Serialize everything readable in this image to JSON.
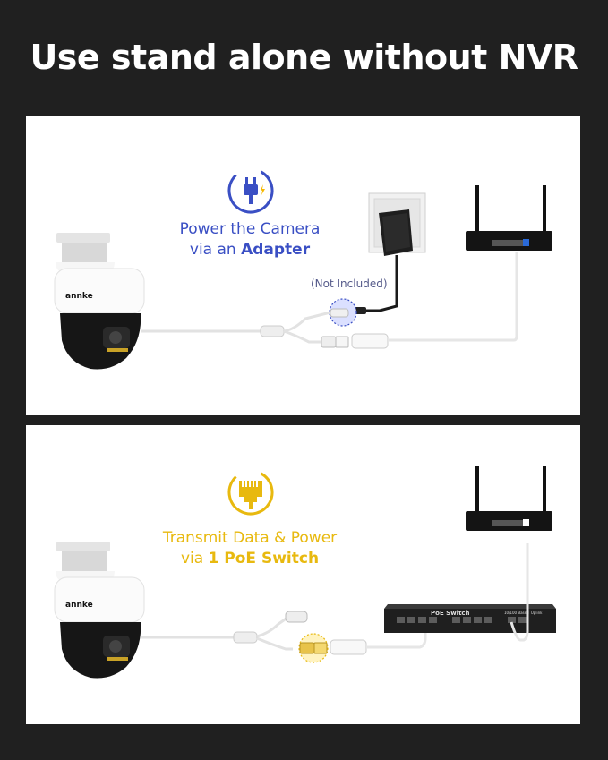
{
  "header": {
    "title": "Use stand alone without NVR"
  },
  "panel_adapter": {
    "caption_line1": "Power the Camera",
    "caption_prefix": "via an ",
    "caption_bold": "Adapter",
    "note": "(Not Included)",
    "camera_brand": "annke"
  },
  "panel_poe": {
    "caption_line1": "Transmit Data & Power",
    "caption_prefix": "via ",
    "caption_bold": "1 PoE Switch",
    "switch_label": "PoE Switch",
    "switch_port_label": "10/100 Base-T Uplink",
    "camera_brand": "annke"
  },
  "colors": {
    "background": "#202020",
    "accent_blue": "#3a4fc4",
    "accent_yellow": "#e8b90f"
  },
  "icons": [
    "power-plug-icon",
    "ethernet-port-icon"
  ]
}
